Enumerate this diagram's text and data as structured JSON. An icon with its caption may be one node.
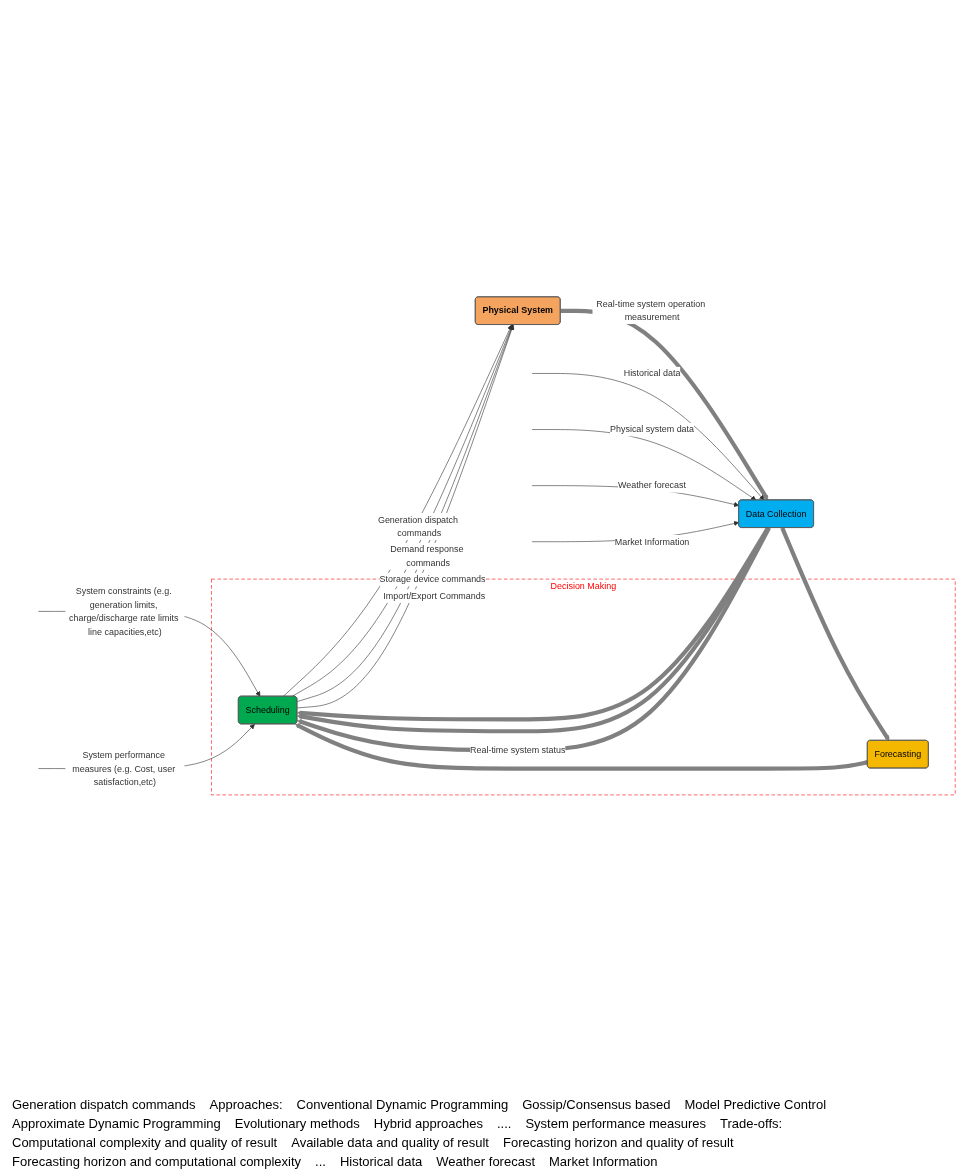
{
  "diagram": {
    "nodes": [
      {
        "text": [
          "Decision Making"
        ]
      },
      {
        "text": [
          "Scheduling"
        ],
        "in": 0
      },
      {
        "text": [
          "Forecasting"
        ],
        "in": 0
      },
      {
        "text": [
          "Physical System"
        ]
      },
      {
        "text": [
          "Data Collection"
        ]
      }
    ],
    "edges": [
      {
        "from": null,
        "to": 1,
        "arrow": "to",
        "label": "System constraints (e.g. generation limits, charge/discharge rate limits line capacities,etc)"
      },
      {
        "from": null,
        "to": 1,
        "arrow": "to",
        "label": "System performance measures (e.g. Cost, user satisfaction,etc)"
      },
      {
        "from": 1,
        "to": 3,
        "arrow": "to",
        "label": "Generation dispatch commands"
      },
      {
        "from": 1,
        "to": 3,
        "arrow": "to",
        "label": "Demand response commands"
      },
      {
        "from": 1,
        "to": 3,
        "arrow": "to",
        "label": "Storage device commands"
      },
      {
        "from": 1,
        "to": 3,
        "arrow": "to",
        "label": "Import/Export Commands"
      },
      {
        "from": 2,
        "to": 1,
        "arrow": "to",
        "style": "thick",
        "color": "#808080"
      },
      {
        "from": 4,
        "to": 1,
        "arrow": "to",
        "style": "thick",
        "color": "#808080"
      },
      {
        "from": 4,
        "to": 1,
        "arrow": "to",
        "style": "thick",
        "color": "#808080"
      },
      {
        "from": 4,
        "to": 2,
        "arrow": "to",
        "style": "thick",
        "color": "#808080"
      },
      {
        "from": 3,
        "to": 4,
        "arrow": "to",
        "style": "thick",
        "color": "#808080",
        "label": "Real-time system operation measurement"
      },
      {
        "from": 4,
        "to": 1,
        "arrow": "to",
        "style": "thick",
        "color": "#808080",
        "label": "Real-time system status"
      },
      {
        "from": null,
        "to": 4,
        "arrow": "to",
        "label": "Historical data"
      },
      {
        "from": null,
        "to": 4,
        "arrow": "to",
        "label": "Physical system data"
      },
      {
        "from": null,
        "to": 4,
        "arrow": "to",
        "label": "Weather forecast"
      },
      {
        "from": null,
        "to": 4,
        "arrow": "to",
        "label": "Market Information"
      }
    ],
    "labels": [
      "Generation dispatch commands",
      "Approaches:",
      "Conventional Dynamic Programming",
      "Gossip/Consensus based",
      "Model Predictive Control",
      "Approximate Dynamic Programming",
      "Evolutionary methods",
      "Hybrid approaches",
      "....",
      "System performance measures",
      "Trade-offs:",
      "Computational complexity and quality of result",
      "Available data and quality of result",
      "Forecasting horizon and quality of result",
      "Forecasting horizon and computational complexity",
      "...",
      "Historical data",
      "Weather forecast",
      "Market Information"
    ]
  }
}
